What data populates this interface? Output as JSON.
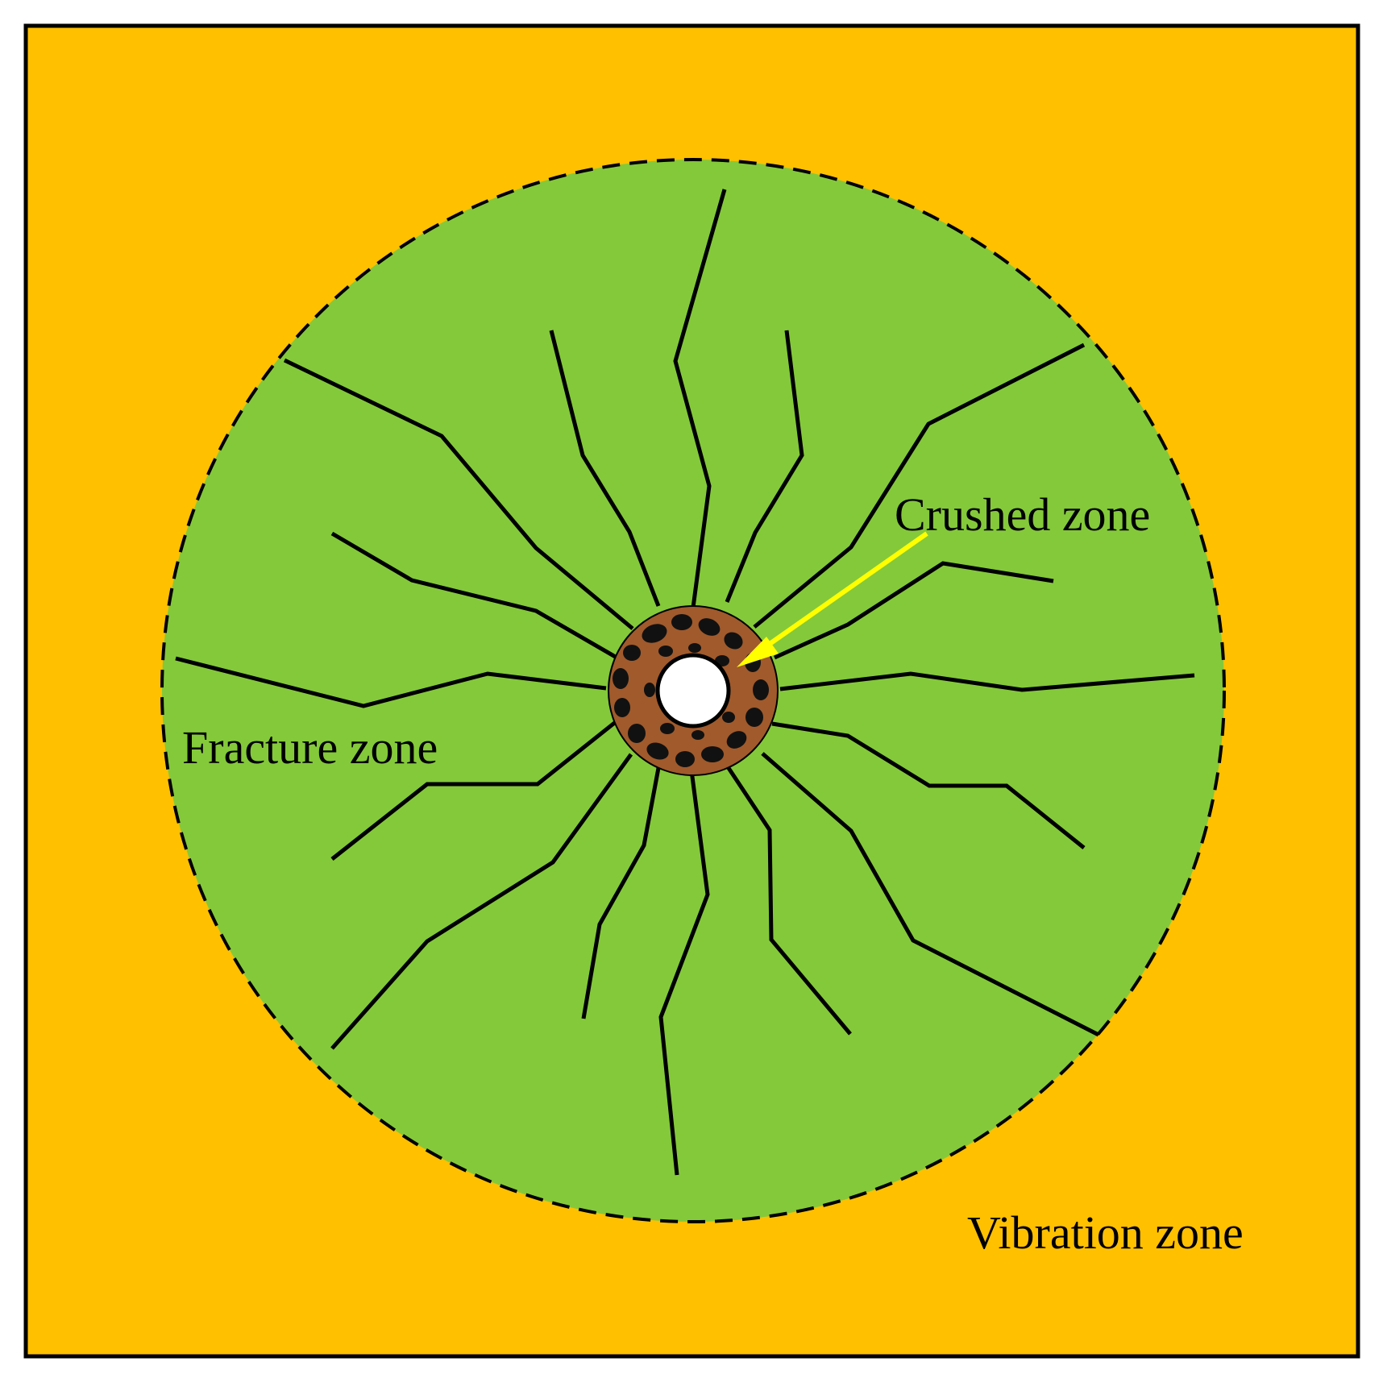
{
  "labels": {
    "crushed": "Crushed zone",
    "fracture": "Fracture zone",
    "vibration": "Vibration zone"
  },
  "colors": {
    "vibration_fill": "#FFC000",
    "fracture_fill": "#84C93A",
    "crushed_fill": "#A05A2C",
    "crushed_spots": "#111111",
    "borehole_fill": "#FFFFFF",
    "crack_stroke": "#000000",
    "arrow": "#FFFF00"
  }
}
